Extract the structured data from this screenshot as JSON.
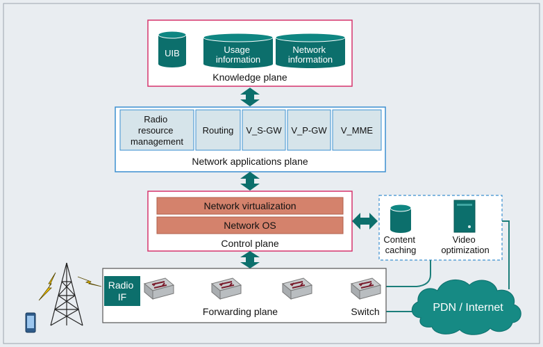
{
  "colors": {
    "background": "#e9edf1",
    "knowledge_border": "#d6336c",
    "apps_border": "#3a8fd0",
    "apps_box_fill": "#d6e4ea",
    "control_border": "#d6336c",
    "control_bar": "#d4826c",
    "teal": "#0c6f6c",
    "cloud": "#168a84",
    "switch": "#c9ccce"
  },
  "knowledge_plane": {
    "label": "Knowledge plane",
    "databases": [
      {
        "id": "uib",
        "label": "UIB"
      },
      {
        "id": "usage",
        "label": "Usage information"
      },
      {
        "id": "network",
        "label": "Network information"
      }
    ]
  },
  "applications_plane": {
    "label": "Network applications plane",
    "apps": [
      {
        "id": "rrm",
        "label": "Radio resource management"
      },
      {
        "id": "routing",
        "label": "Routing"
      },
      {
        "id": "vsgw",
        "label": "V_S-GW"
      },
      {
        "id": "vpgw",
        "label": "V_P-GW"
      },
      {
        "id": "vmme",
        "label": "V_MME"
      }
    ]
  },
  "control_plane": {
    "label": "Control plane",
    "layers": [
      "Network virtualization",
      "Network OS"
    ]
  },
  "services": {
    "content_caching": "Content caching",
    "video_optimization": "Video optimization"
  },
  "forwarding_plane": {
    "label": "Forwarding plane",
    "radio_if": "Radio IF",
    "switch_label": "Switch"
  },
  "internet": {
    "label": "PDN / Internet"
  },
  "icons": [
    "database-icon",
    "server-icon",
    "switch-icon",
    "cell-tower-icon",
    "lightning-icon",
    "smartphone-icon",
    "cloud-icon",
    "double-arrow-icon"
  ]
}
